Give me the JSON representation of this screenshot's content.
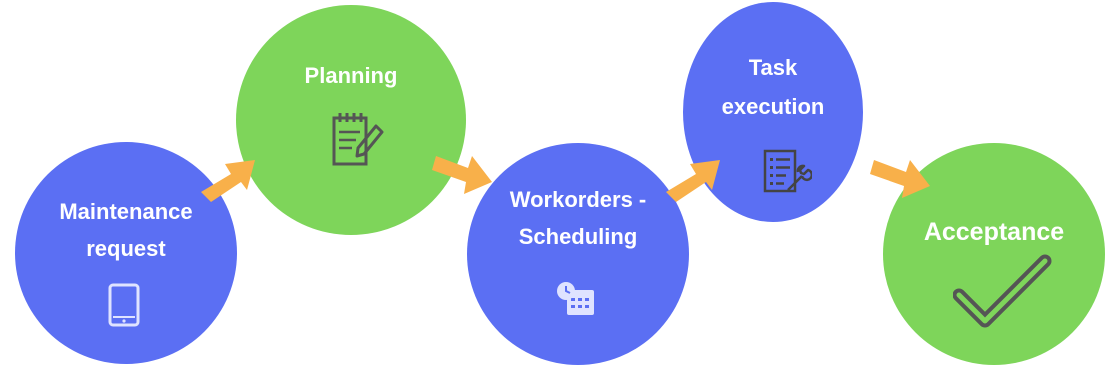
{
  "diagram": {
    "steps": [
      {
        "line1": "Maintenance",
        "line2": "request",
        "icon": "tablet-icon",
        "color": "#5b6ff3"
      },
      {
        "line1": "Planning",
        "line2": "",
        "icon": "notepad-icon",
        "color": "#7ed55a"
      },
      {
        "line1": "Workorders -",
        "line2": "Scheduling",
        "icon": "calendar-clock-icon",
        "color": "#5b6ff3"
      },
      {
        "line1": "Task",
        "line2": "execution",
        "icon": "checklist-wrench-icon",
        "color": "#5b6ff3"
      },
      {
        "line1": "Acceptance",
        "line2": "",
        "icon": "checkmark-icon",
        "color": "#7ed55a"
      }
    ],
    "arrow_color": "#f8b04a",
    "icon_color": "#dfe3ff",
    "check_color": "#555555"
  }
}
